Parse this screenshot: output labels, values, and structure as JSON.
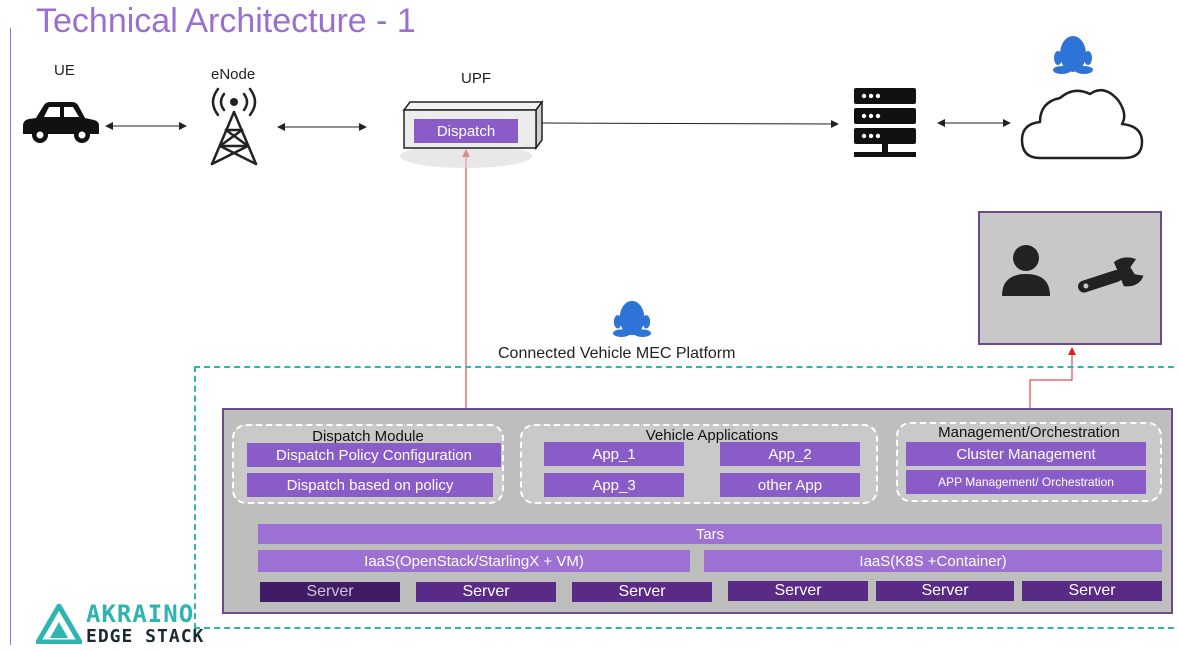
{
  "title": "Technical Architecture - 1",
  "nodes": {
    "ue": "UE",
    "enode": "eNode",
    "upf": "UPF",
    "upf_dispatch": "Dispatch"
  },
  "platform_label": "Connected Vehicle MEC Platform",
  "dispatch_module": {
    "title": "Dispatch Module",
    "items": [
      "Dispatch Policy Configuration",
      "Dispatch based on policy"
    ]
  },
  "vehicle_apps": {
    "title": "Vehicle Applications",
    "items": [
      "App_1",
      "App_2",
      "App_3",
      "other App"
    ]
  },
  "management": {
    "title": "Management/Orchestration",
    "items": [
      "Cluster Management",
      "APP Management/ Orchestration"
    ]
  },
  "tars": "Tars",
  "iaas": [
    "IaaS(OpenStack/StarlingX + VM)",
    "IaaS(K8S +Container)"
  ],
  "servers": [
    "Server",
    "Server",
    "Server",
    "Server",
    "Server",
    "Server"
  ],
  "logo": {
    "line1": "AKRAINO",
    "line2": "EDGE STACK"
  },
  "colors": {
    "accent": "#9b6fcf",
    "box": "#8a5cc7",
    "server": "#5a2a87",
    "dashed": "#2fb5b0",
    "arrow_red": "#e02020"
  },
  "icons": [
    "car-icon",
    "antenna-tower-icon",
    "server-rack-icon",
    "cloud-icon",
    "penguin-icon",
    "user-icon",
    "wrench-icon"
  ]
}
